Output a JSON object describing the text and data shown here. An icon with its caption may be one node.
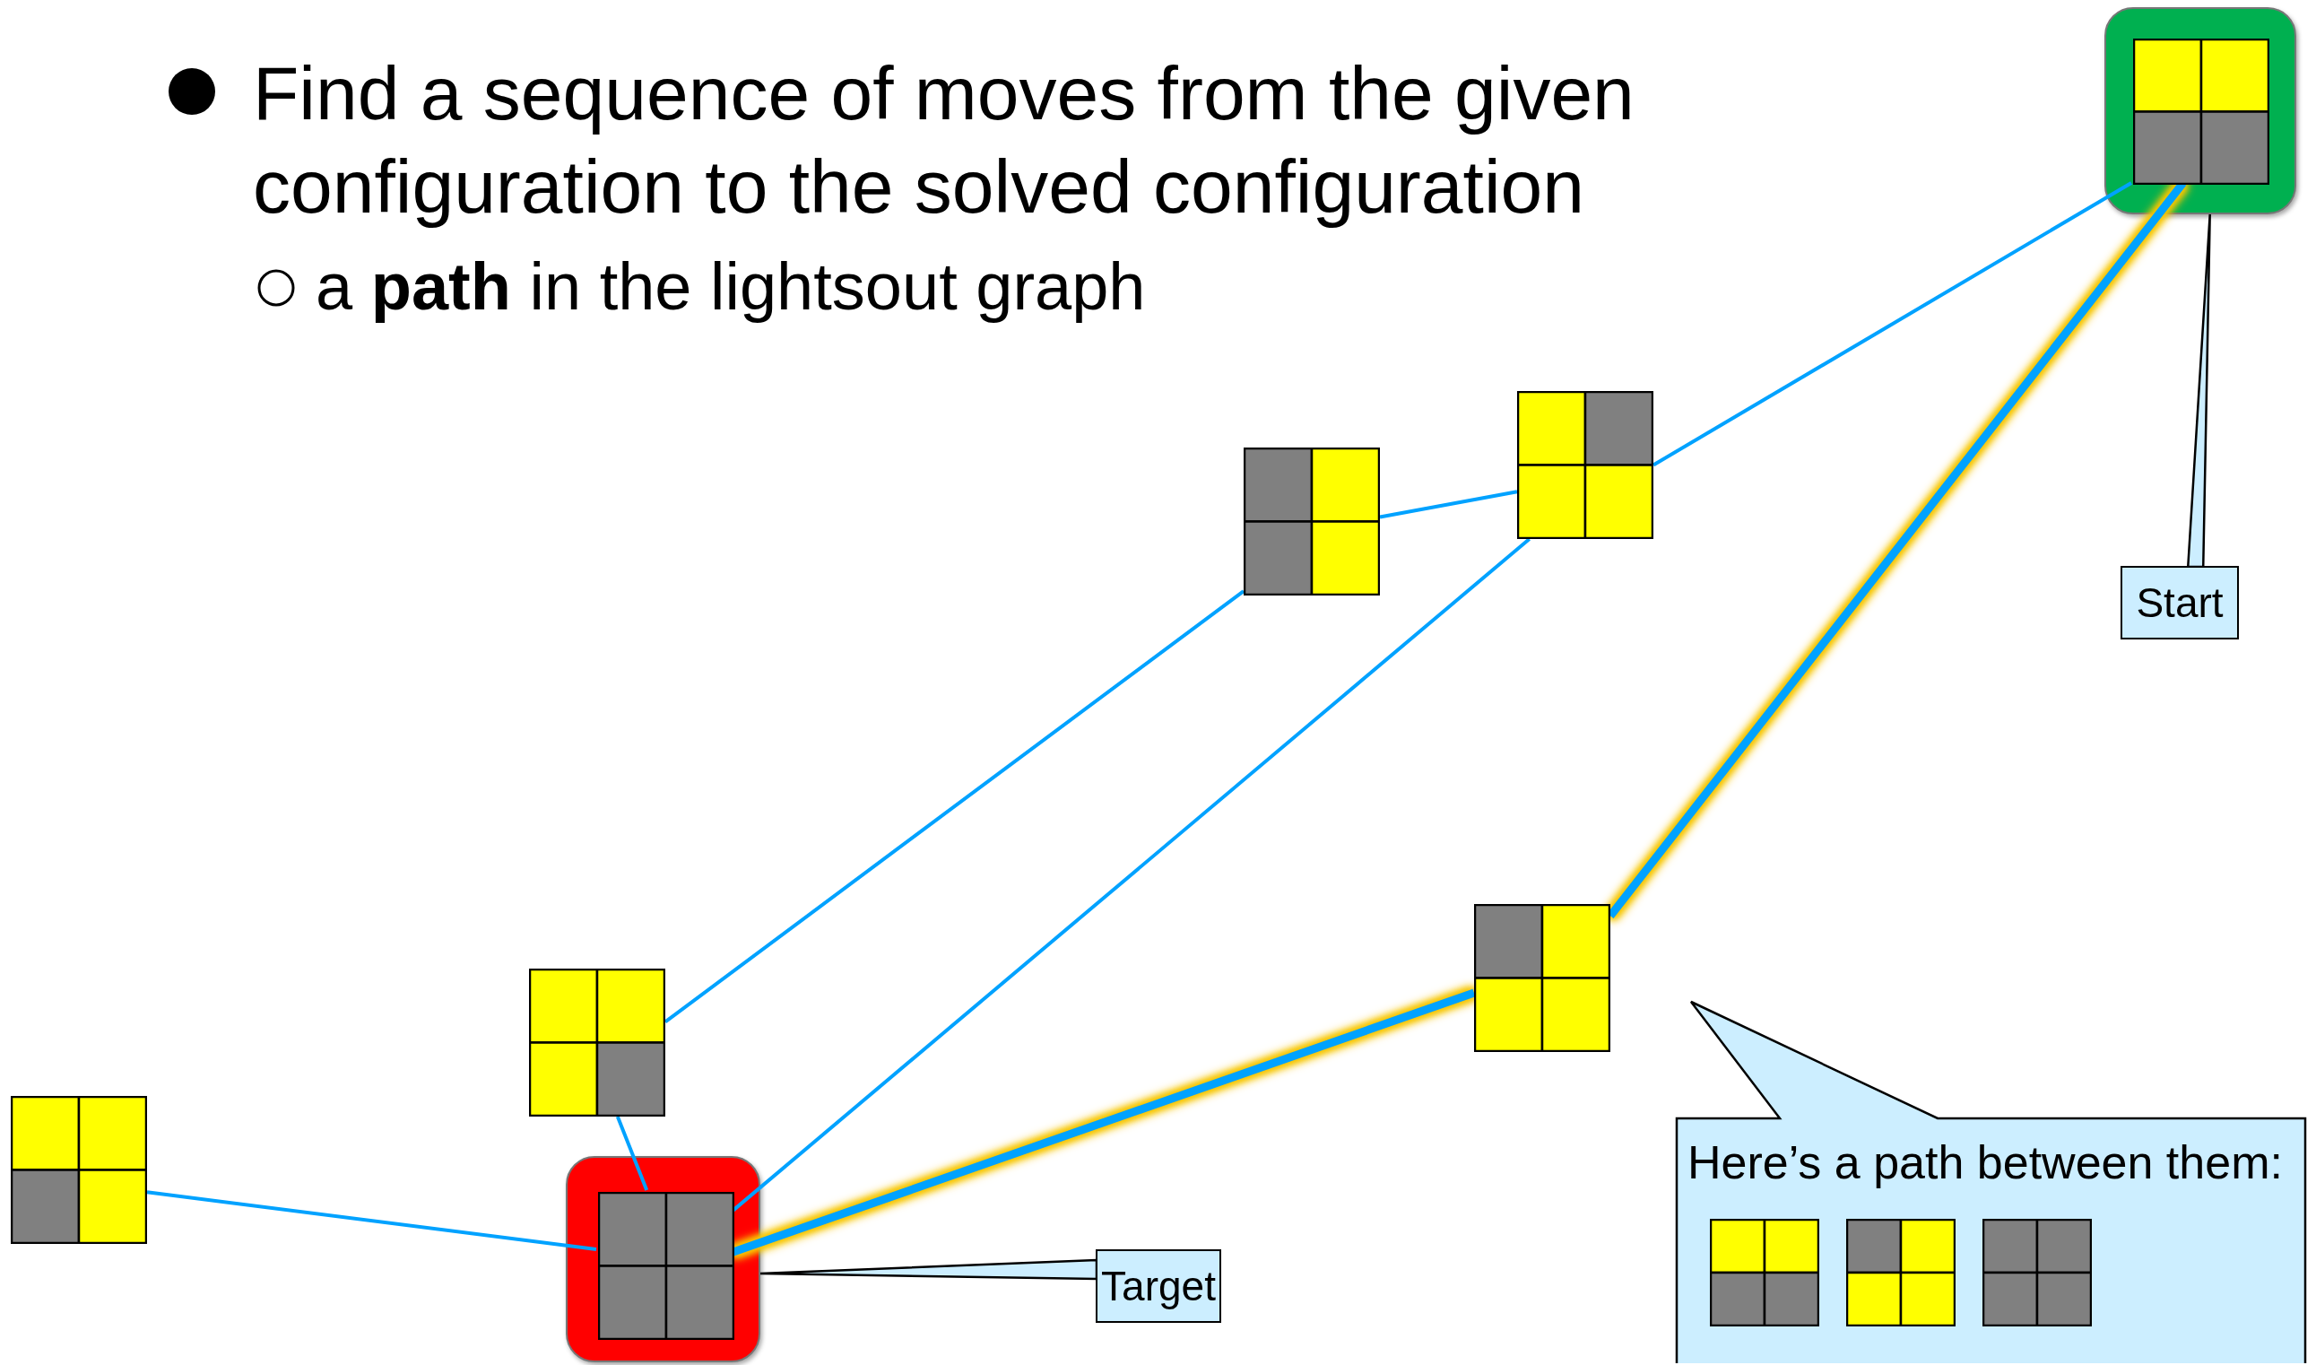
{
  "diagram": {
    "nodes": [
      {
        "text": [],
        "shape": "box"
      },
      {
        "text": [],
        "shape": "box",
        "in": 0
      },
      {
        "text": [],
        "shape": "box"
      },
      {
        "text": [],
        "shape": "box"
      },
      {
        "text": [
          "Start"
        ]
      },
      {
        "text": [],
        "shape": "box"
      },
      {
        "text": [],
        "shape": "box"
      },
      {
        "text": [
          "Here’s a path between them:"
        ]
      },
      {
        "text": [],
        "shape": "box",
        "in": 7
      },
      {
        "text": [],
        "shape": "box",
        "in": 7
      },
      {
        "text": [],
        "shape": "box",
        "in": 7
      },
      {
        "text": [],
        "shape": "box"
      },
      {
        "text": [],
        "shape": "box"
      },
      {
        "text": [],
        "shape": "box",
        "in": 12
      },
      {
        "text": [
          "Target"
        ]
      }
    ],
    "edges": [
      {
        "from": 1,
        "to": 2,
        "arrow": "none"
      },
      {
        "from": 1,
        "to": 5,
        "arrow": "none",
        "style": "thick"
      },
      {
        "from": 2,
        "to": 3,
        "arrow": "none"
      },
      {
        "from": 2,
        "to": 13,
        "arrow": "none"
      },
      {
        "from": 3,
        "to": 6,
        "arrow": "none"
      },
      {
        "from": 6,
        "to": 13,
        "arrow": "none"
      },
      {
        "from": 11,
        "to": 13,
        "arrow": "none"
      },
      {
        "from": 5,
        "to": 13,
        "arrow": "none",
        "style": "thick"
      },
      {
        "from": 4,
        "to": 0,
        "arrow": "none"
      },
      {
        "from": 14,
        "to": 12,
        "arrow": "none"
      }
    ],
    "labels": [
      "Find a sequence of moves from the given configuration to the solved configuration",
      "a **path** in the lightsout graph"
    ]
  }
}
